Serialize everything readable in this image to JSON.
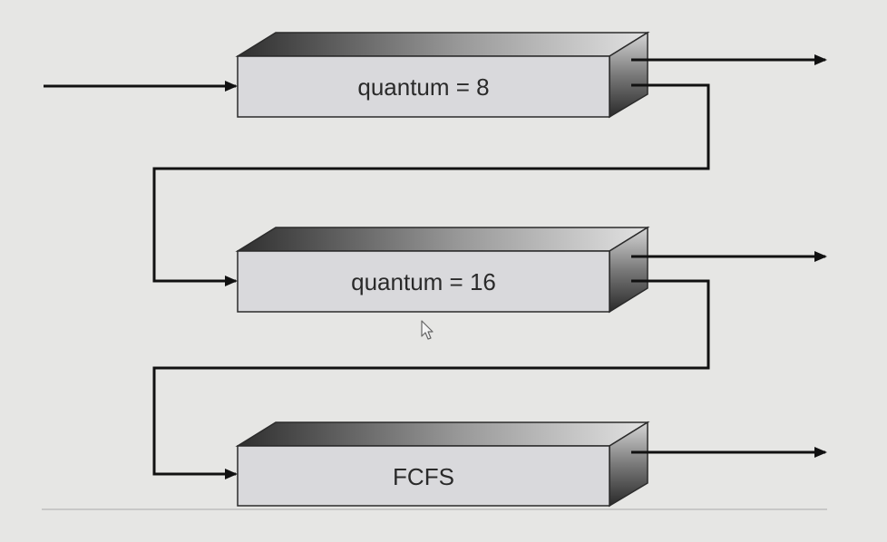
{
  "queues": [
    {
      "label": "quantum = 8"
    },
    {
      "label": "quantum = 16"
    },
    {
      "label": "FCFS"
    }
  ],
  "colors": {
    "background": "#e6e6e4",
    "box_front": "#d9d9dc",
    "box_outline": "#2b2b2b",
    "arrow": "#111111",
    "top_gradient_dark": "#2f2f2f",
    "top_gradient_light": "#d8d8d8",
    "baseline": "#bdbdbd"
  },
  "icons": {
    "cursor": "mouse-pointer-icon"
  }
}
